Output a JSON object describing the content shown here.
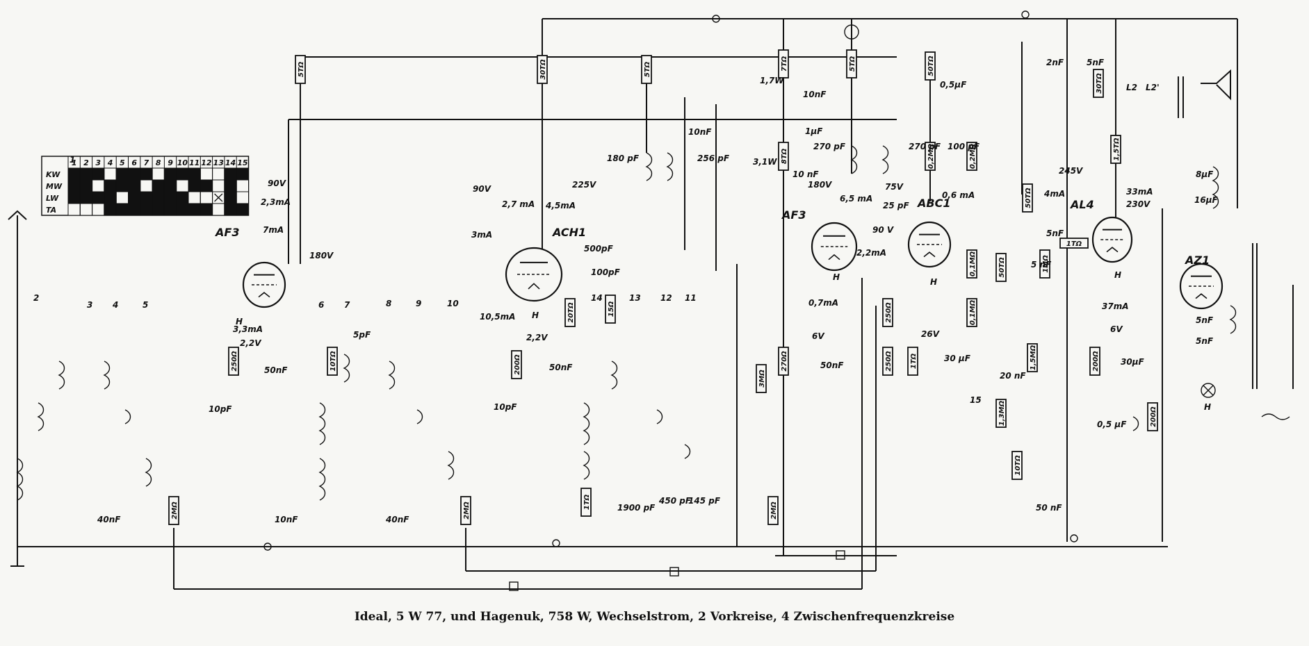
{
  "caption": "Ideal, 5 W 77, und Hagenuk, 758 W, Wechselstrom, 2 Vorkreise, 4 Zwischenfrequenzkreise",
  "switch_table": {
    "columns": [
      "1",
      "2",
      "3",
      "4",
      "5",
      "6",
      "7",
      "8",
      "9",
      "10",
      "11",
      "12",
      "13",
      "14",
      "15"
    ],
    "rows": [
      {
        "label": "KW",
        "cells": [
          1,
          1,
          1,
          0,
          1,
          1,
          1,
          0,
          1,
          1,
          1,
          0,
          0,
          1,
          1
        ]
      },
      {
        "label": "MW",
        "cells": [
          1,
          1,
          0,
          1,
          1,
          1,
          0,
          1,
          1,
          0,
          1,
          1,
          0,
          1,
          0
        ]
      },
      {
        "label": "LW",
        "cells": [
          1,
          1,
          1,
          1,
          0,
          1,
          1,
          1,
          1,
          1,
          0,
          0,
          2,
          1,
          0
        ]
      },
      {
        "label": "TA",
        "cells": [
          0,
          0,
          0,
          1,
          1,
          1,
          1,
          1,
          1,
          1,
          1,
          1,
          0,
          1,
          1
        ]
      }
    ]
  },
  "tubes": [
    {
      "id": "af3a",
      "label": "AF3"
    },
    {
      "id": "ach1",
      "label": "ACH1"
    },
    {
      "id": "af3b",
      "label": "AF3"
    },
    {
      "id": "abc1",
      "label": "ABC1"
    },
    {
      "id": "al4",
      "label": "AL4"
    },
    {
      "id": "az1",
      "label": "AZ1"
    }
  ],
  "resistors": [
    {
      "id": "r1",
      "label": "5TΩ"
    },
    {
      "id": "r2",
      "label": "30TΩ"
    },
    {
      "id": "r3",
      "label": "5TΩ"
    },
    {
      "id": "r4",
      "label": "7TΩ"
    },
    {
      "id": "r5",
      "label": "5TΩ"
    },
    {
      "id": "r6",
      "label": "50TΩ"
    },
    {
      "id": "r7",
      "label": "250Ω"
    },
    {
      "id": "r8",
      "label": "2MΩ"
    },
    {
      "id": "r9",
      "label": "10TΩ"
    },
    {
      "id": "r10",
      "label": "200Ω"
    },
    {
      "id": "r11",
      "label": "20TΩ"
    },
    {
      "id": "r12",
      "label": "15Ω"
    },
    {
      "id": "r13",
      "label": "2MΩ"
    },
    {
      "id": "r14",
      "label": "1TΩ"
    },
    {
      "id": "r15",
      "label": "3MΩ"
    },
    {
      "id": "r16",
      "label": "8TΩ"
    },
    {
      "id": "r17",
      "label": "270Ω"
    },
    {
      "id": "r18",
      "label": "2MΩ"
    },
    {
      "id": "r19",
      "label": "0,2MΩ"
    },
    {
      "id": "r20",
      "label": "0,2MΩ"
    },
    {
      "id": "r21",
      "label": "250Ω"
    },
    {
      "id": "r22",
      "label": "250Ω"
    },
    {
      "id": "r23",
      "label": "1TΩ"
    },
    {
      "id": "r24",
      "label": "0,1MΩ"
    },
    {
      "id": "r25",
      "label": "0,1MΩ"
    },
    {
      "id": "r26",
      "label": "50TΩ"
    },
    {
      "id": "r27",
      "label": "1,3MΩ"
    },
    {
      "id": "r28",
      "label": "10TΩ"
    },
    {
      "id": "r29",
      "label": "50TΩ"
    },
    {
      "id": "r30",
      "label": "1MΩ"
    },
    {
      "id": "r31",
      "label": "1,5MΩ"
    },
    {
      "id": "r32",
      "label": "1TΩ"
    },
    {
      "id": "r33",
      "label": "1,5TΩ"
    },
    {
      "id": "r34",
      "label": "200Ω"
    },
    {
      "id": "r35",
      "label": "30TΩ"
    },
    {
      "id": "r36",
      "label": "200Ω"
    }
  ],
  "labels": [
    {
      "id": "l1",
      "text": "90V"
    },
    {
      "id": "l2",
      "text": "2,3mA"
    },
    {
      "id": "l3",
      "text": "7mA"
    },
    {
      "id": "l4",
      "text": "180V"
    },
    {
      "id": "l5",
      "text": "3,3mA"
    },
    {
      "id": "l6",
      "text": "2,2V"
    },
    {
      "id": "l7",
      "text": "50nF"
    },
    {
      "id": "l8",
      "text": "10pF"
    },
    {
      "id": "l9",
      "text": "5pF"
    },
    {
      "id": "l10",
      "text": "40nF"
    },
    {
      "id": "l11",
      "text": "10nF"
    },
    {
      "id": "l12",
      "text": "40nF"
    },
    {
      "id": "l13",
      "text": "90V"
    },
    {
      "id": "l14",
      "text": "225V"
    },
    {
      "id": "l15",
      "text": "2,7 mA"
    },
    {
      "id": "l16",
      "text": "4,5mA"
    },
    {
      "id": "l17",
      "text": "3mA"
    },
    {
      "id": "l18",
      "text": "500pF"
    },
    {
      "id": "l19",
      "text": "100pF"
    },
    {
      "id": "l20",
      "text": "10,5mA"
    },
    {
      "id": "l21",
      "text": "2,2V"
    },
    {
      "id": "l22",
      "text": "50nF"
    },
    {
      "id": "l23",
      "text": "10pF"
    },
    {
      "id": "l24",
      "text": "180 pF"
    },
    {
      "id": "l25",
      "text": "10nF"
    },
    {
      "id": "l26",
      "text": "256 pF"
    },
    {
      "id": "l27",
      "text": "1900 pF"
    },
    {
      "id": "l28",
      "text": "450 pF"
    },
    {
      "id": "l29",
      "text": "145 pF"
    },
    {
      "id": "l30",
      "text": "1,7W"
    },
    {
      "id": "l31",
      "text": "10nF"
    },
    {
      "id": "l32",
      "text": "1µF"
    },
    {
      "id": "l33",
      "text": "3,1W"
    },
    {
      "id": "l34",
      "text": "10 nF"
    },
    {
      "id": "l35",
      "text": "270 pF"
    },
    {
      "id": "l36",
      "text": "180V"
    },
    {
      "id": "l37",
      "text": "6,5 mA"
    },
    {
      "id": "l38",
      "text": "90 V"
    },
    {
      "id": "l39",
      "text": "2,2mA"
    },
    {
      "id": "l40",
      "text": "0,7mA"
    },
    {
      "id": "l41",
      "text": "6V"
    },
    {
      "id": "l42",
      "text": "50nF"
    },
    {
      "id": "l43",
      "text": "0,5µF"
    },
    {
      "id": "l44",
      "text": "270 pF"
    },
    {
      "id": "l45",
      "text": "100 pF"
    },
    {
      "id": "l46",
      "text": "75V"
    },
    {
      "id": "l47",
      "text": "0,6 mA"
    },
    {
      "id": "l48",
      "text": "25 pF"
    },
    {
      "id": "l49",
      "text": "26V"
    },
    {
      "id": "l50",
      "text": "30 µF"
    },
    {
      "id": "l51",
      "text": "20 nF"
    },
    {
      "id": "l52",
      "text": "50 nF"
    },
    {
      "id": "l53",
      "text": "245V"
    },
    {
      "id": "l54",
      "text": "4mA"
    },
    {
      "id": "l55",
      "text": "33mA"
    },
    {
      "id": "l56",
      "text": "230V"
    },
    {
      "id": "l57",
      "text": "5nF"
    },
    {
      "id": "l58",
      "text": "5 nF"
    },
    {
      "id": "l59",
      "text": "37mA"
    },
    {
      "id": "l60",
      "text": "6V"
    },
    {
      "id": "l61",
      "text": "30µF"
    },
    {
      "id": "l62",
      "text": "0,5 µF"
    },
    {
      "id": "l63",
      "text": "2nF"
    },
    {
      "id": "l64",
      "text": "5nF"
    },
    {
      "id": "l65",
      "text": "L2"
    },
    {
      "id": "l66",
      "text": "L2'"
    },
    {
      "id": "l67",
      "text": "8µF"
    },
    {
      "id": "l68",
      "text": "16µF"
    },
    {
      "id": "l69",
      "text": "5nF"
    },
    {
      "id": "l70",
      "text": "5nF"
    },
    {
      "id": "l71",
      "text": "H"
    },
    {
      "id": "l72",
      "text": "H"
    },
    {
      "id": "l73",
      "text": "H"
    },
    {
      "id": "l74",
      "text": "H"
    },
    {
      "id": "l75",
      "text": "H"
    },
    {
      "id": "l76",
      "text": "H"
    },
    {
      "id": "l77",
      "text": "15"
    },
    {
      "id": "l78",
      "text": "14"
    },
    {
      "id": "l79",
      "text": "13"
    },
    {
      "id": "l80",
      "text": "12"
    },
    {
      "id": "l81",
      "text": "11"
    },
    {
      "id": "l82",
      "text": "2"
    },
    {
      "id": "l83",
      "text": "3"
    },
    {
      "id": "l84",
      "text": "4"
    },
    {
      "id": "l85",
      "text": "5"
    },
    {
      "id": "l86",
      "text": "6"
    },
    {
      "id": "l87",
      "text": "7"
    },
    {
      "id": "l88",
      "text": "8"
    },
    {
      "id": "l89",
      "text": "9"
    },
    {
      "id": "l90",
      "text": "10"
    },
    {
      "id": "l91",
      "text": "1"
    }
  ]
}
